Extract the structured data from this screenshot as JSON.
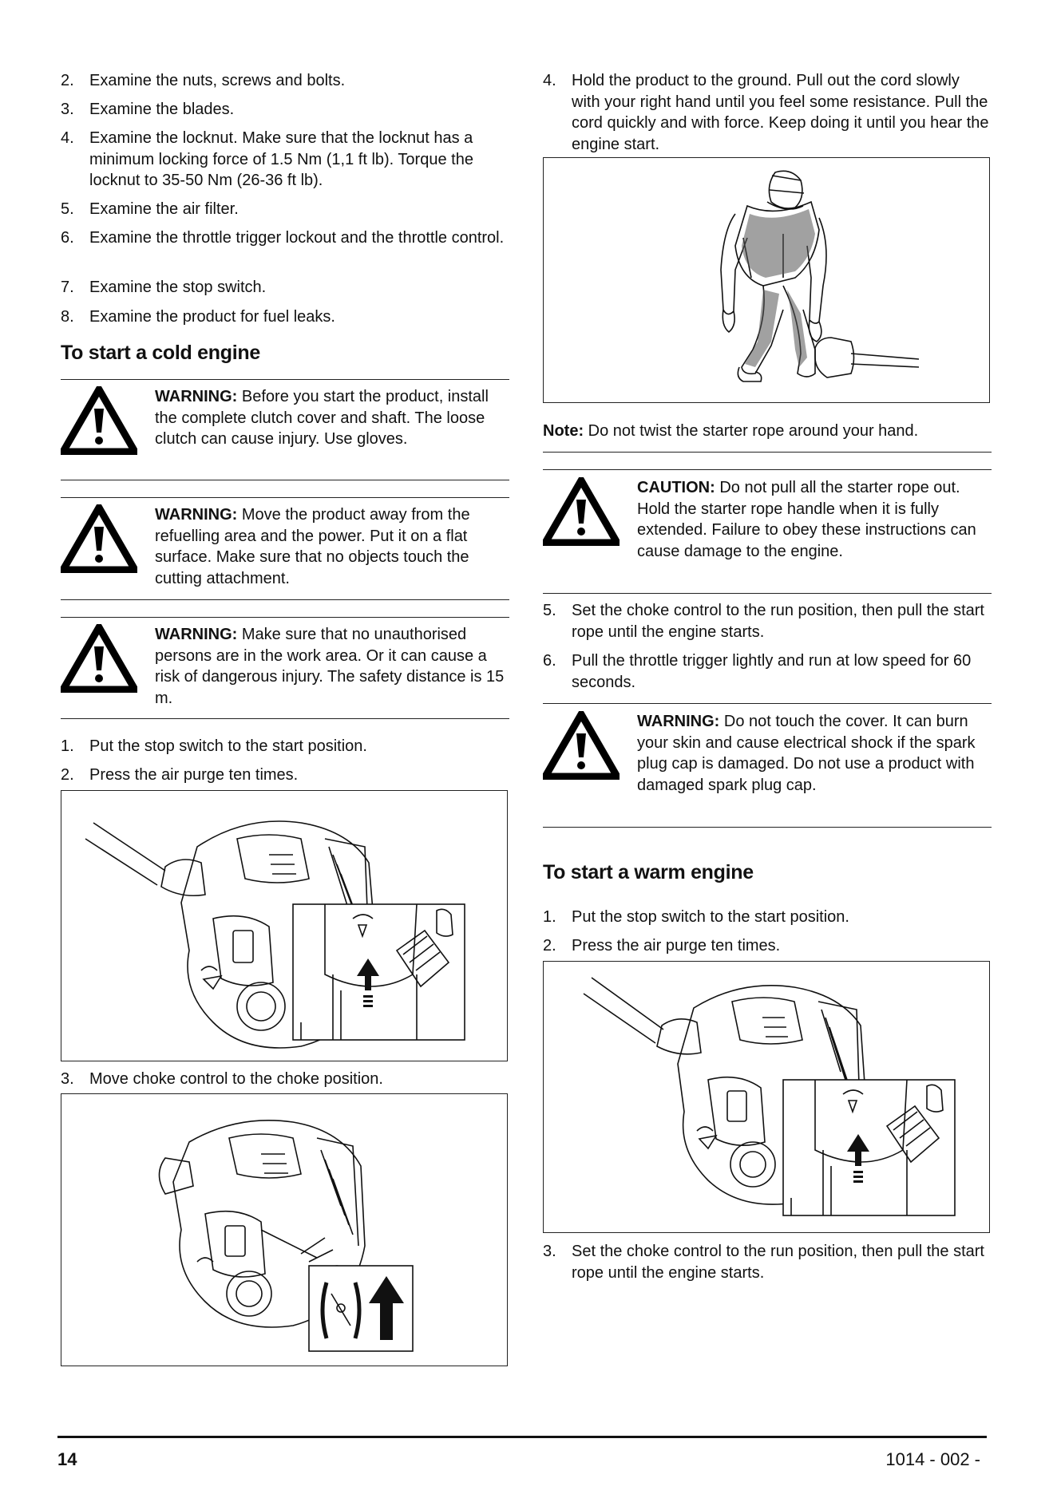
{
  "left": {
    "checks": [
      {
        "num": "2.",
        "text": "Examine the nuts, screws and bolts."
      },
      {
        "num": "3.",
        "text": "Examine the blades."
      },
      {
        "num": "4.",
        "text": "Examine the locknut. Make sure that the locknut has a minimum locking force of 1.5 Nm (1,1 ft lb). Torque the locknut to 35-50 Nm (26-36 ft lb)."
      },
      {
        "num": "5.",
        "text": "Examine the air filter."
      },
      {
        "num": "6.",
        "text": "Examine the throttle trigger lockout and the throttle control."
      },
      {
        "num": "7.",
        "text": "Examine the stop switch."
      },
      {
        "num": "8.",
        "text": "Examine the product for fuel leaks."
      }
    ],
    "cold_heading": "To start a cold engine",
    "warnings": [
      {
        "label": "WARNING:",
        "text": " Before you start the product, install the complete clutch cover and shaft. The loose clutch can cause injury. Use gloves."
      },
      {
        "label": "WARNING:",
        "text": " Move the product away from the refuelling area and the power. Put it on a flat surface. Make sure that no objects touch the cutting attachment."
      },
      {
        "label": "WARNING:",
        "text": " Make sure that no unauthorised persons are in the work area. Or it can cause a risk of dangerous injury. The safety distance is 15 m."
      }
    ],
    "steps": [
      {
        "num": "1.",
        "text": "Put the stop switch to the start position."
      },
      {
        "num": "2.",
        "text": "Press the air purge ten times."
      },
      {
        "num": "3.",
        "text": "Move choke control to the choke position."
      }
    ]
  },
  "right": {
    "step4": {
      "num": "4.",
      "text": "Hold the product to the ground. Pull out the cord slowly with your right hand until you feel some resistance. Pull the cord quickly and with force. Keep doing it until you hear the engine start."
    },
    "note": {
      "label": "Note:",
      "text": " Do not twist the starter rope around your hand."
    },
    "caution": {
      "label": "CAUTION:",
      "text": " Do not pull all the starter rope out. Hold the starter rope handle when it is fully extended. Failure to obey these instructions can cause damage to the engine."
    },
    "steps56": [
      {
        "num": "5.",
        "text": "Set the choke control to the run position, then pull the start rope until the engine starts."
      },
      {
        "num": "6.",
        "text": "Pull the throttle trigger lightly and run at low speed for 60 seconds."
      }
    ],
    "warning": {
      "label": "WARNING:",
      "text": " Do not touch the cover. It can burn your skin and cause electrical shock if the spark plug cap is damaged. Do not use a product with damaged spark plug cap."
    },
    "warm_heading": "To start a warm engine",
    "warm_steps": [
      {
        "num": "1.",
        "text": "Put the stop switch to the start position."
      },
      {
        "num": "2.",
        "text": "Press the air purge ten times."
      },
      {
        "num": "3.",
        "text": "Set the choke control to the run position, then pull the start rope until the engine starts."
      }
    ]
  },
  "footer": {
    "page": "14",
    "doc_id": "1014 - 002 -"
  }
}
